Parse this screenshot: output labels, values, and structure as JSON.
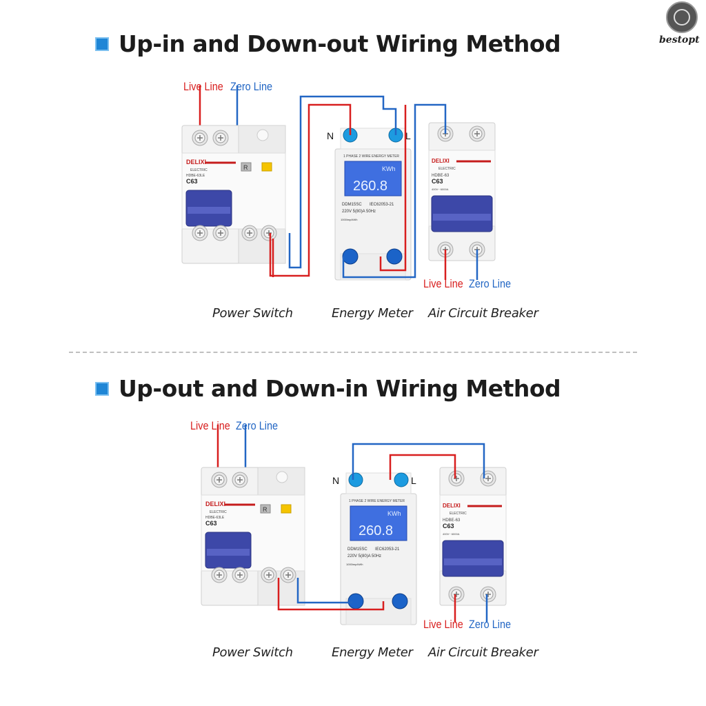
{
  "brand": {
    "name": "bestopt",
    "icon": "speedometer-icon"
  },
  "colors": {
    "accent": "#1f86d6",
    "live": "#d81e1e",
    "zero": "#2266c4"
  },
  "sections": [
    {
      "title": "Up-in and Down-out Wiring Method",
      "labels": {
        "live_top": "Live Line",
        "zero_top": "Zero Line",
        "live_bottom": "Live Line",
        "zero_bottom": "Zero Line"
      },
      "captions": {
        "switch": "Power Switch",
        "meter": "Energy Meter",
        "breaker": "Air Circuit Breaker"
      }
    },
    {
      "title": "Up-out and Down-in Wiring Method",
      "labels": {
        "live_top": "Live Line",
        "zero_top": "Zero Line",
        "live_bottom": "Live Line",
        "zero_bottom": "Zero Line"
      },
      "captions": {
        "switch": "Power Switch",
        "meter": "Energy Meter",
        "breaker": "Air Circuit Breaker"
      }
    }
  ],
  "devices": {
    "switch": {
      "brand": "DELIXI",
      "sub": "ELECTRIC",
      "model": "HDBE-63LE",
      "rating": "C63",
      "r_button": "R"
    },
    "meter": {
      "header": "1 PHASE 2 WIRE ENERGY METER",
      "unit": "KWh",
      "reading": "260.8",
      "model": "DDM15SC",
      "standard": "IEC62053-21",
      "spec": "220V  5(80)A  50Hz",
      "imp": "1000imp/kWh",
      "n_label": "N",
      "l_label": "L"
    },
    "breaker": {
      "brand": "DELIXI",
      "sub": "ELECTRIC",
      "model": "HDBE-63",
      "rating": "C63",
      "spec": "400V~ 6000A"
    }
  }
}
